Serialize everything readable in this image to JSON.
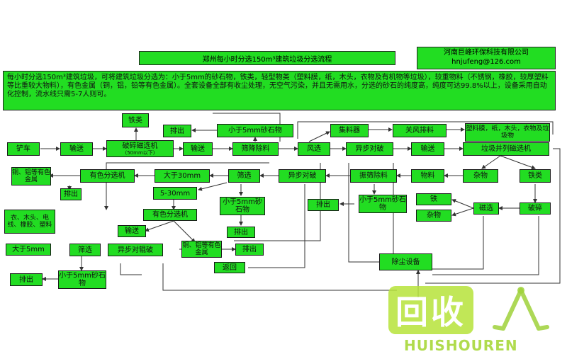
{
  "header": {
    "title": "郑州每小时分选150m³建筑垃圾分选流程",
    "company": "河南巨峰环保科技有限公司",
    "email": "hnjufeng@126.com"
  },
  "description": "每小时分选150m³建筑垃圾，可将建筑垃圾分选为：小于5mm的砂石物，铁类，轻型物类（塑料膜，纸，木头，衣物及有机物等垃圾），较重物料（不锈钢，橡胶，较厚塑料等比重较大物料），有色金属（铜，铝，铅等有色金属）。全套设备全部有收尘处理，无空气污染，并且无需用水，分选的砂石的纯度高，纯度可达99.8%以上，设备采用自动化控制，流水线只需5-7人则可。",
  "nodes": {
    "iron_top": "铁类",
    "discharge_top": "排出",
    "sand_top": "小于5mm砂石物",
    "hopper": "集料器",
    "fan": "关风排料",
    "light": "塑料膜，纸，木头，衣物及垃圾物",
    "loader": "铲车",
    "convey1": "输送",
    "crush_mag": "破碎磁选机",
    "crush_mag_note": "(50mm以下)",
    "convey2": "输送",
    "screen_mag": "筛降除料",
    "wind": "风选",
    "crush2": "异步对破",
    "convey3": "输送",
    "garbage_mag": "垃圾并列磁选机",
    "cu_al_left": "铜、铝等有色金属",
    "nonferrous_sep": "有色分选机",
    "gt30": "大于30mm",
    "screen_mid": "筛选",
    "crush_mid": "异步对破",
    "vib_screen": "振筛除料",
    "material": "物料",
    "impurity": "杂物",
    "iron_right": "铁类",
    "discharge_l1": "排出",
    "r530": "5-30mm",
    "sand_mid": "小于5mm砂石物",
    "discharge_mid": "排出",
    "sand_r": "小于5mm砂石物",
    "iron_r2": "铁",
    "impurity_r2": "杂物",
    "magsep": "磁选",
    "crush_r": "破碎",
    "light_left": "衣、木头、电线、橡胶、塑料",
    "nonferrous2": "有色分选机",
    "convey4": "输送",
    "cu_al_mid": "铜、铝等有色金属",
    "discharge_m2": "排出",
    "discharge_m3": "排出",
    "gt5": "大于5mm",
    "screen_low": "筛选",
    "crush_low": "异步对辊破",
    "return": "返回",
    "dust": "除尘设备",
    "discharge_low": "排出",
    "sand_low": "小于5mm砂石物"
  },
  "watermark": {
    "mark": "回收",
    "text": "HUISHOUREN"
  }
}
